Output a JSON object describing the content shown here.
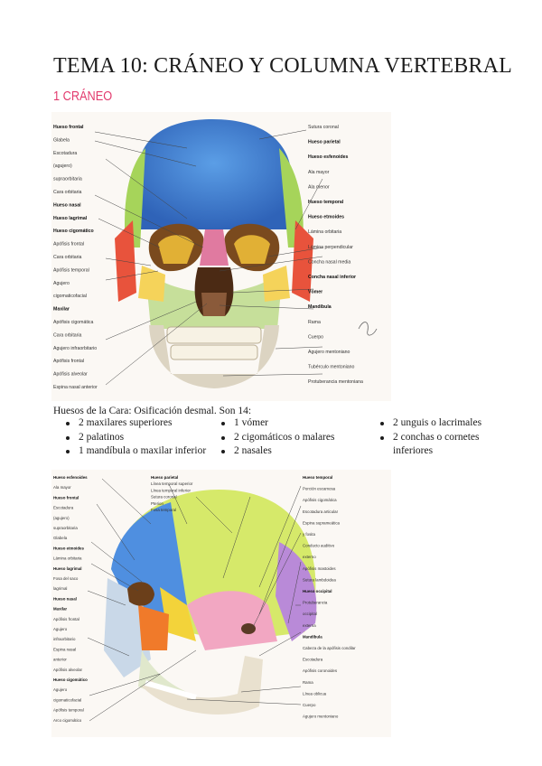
{
  "title": "TEMA 10: CRÁNEO Y COLUMNA VERTEBRAL",
  "section": "1 CRÁNEO",
  "colors": {
    "section": "#e23b6e"
  },
  "figure1": {
    "left_labels": [
      {
        "text": "Hueso frontal",
        "bold": true
      },
      {
        "text": "Glabela",
        "bold": false
      },
      {
        "text": "Escotadura",
        "bold": false
      },
      {
        "text": "(agujero)",
        "bold": false
      },
      {
        "text": "supraorbitaria",
        "bold": false
      },
      {
        "text": "Cara orbitaria",
        "bold": false
      },
      {
        "text": "Hueso nasal",
        "bold": true
      },
      {
        "text": "Hueso lagrimal",
        "bold": true
      },
      {
        "text": "Hueso cigomático",
        "bold": true
      },
      {
        "text": "Apófisis frontal",
        "bold": false
      },
      {
        "text": "Cara orbitaria",
        "bold": false
      },
      {
        "text": "Apófisis temporal",
        "bold": false
      },
      {
        "text": "Agujero",
        "bold": false
      },
      {
        "text": "cigomaticofacial",
        "bold": false
      },
      {
        "text": "Maxilar",
        "bold": true
      },
      {
        "text": "Apófisis cigomática",
        "bold": false
      },
      {
        "text": "Cara orbitaria",
        "bold": false
      },
      {
        "text": "Agujero infraorbitario",
        "bold": false
      },
      {
        "text": "Apófisis frontal",
        "bold": false
      },
      {
        "text": "Apófisis alveolar",
        "bold": false
      },
      {
        "text": "Espina nasal anterior",
        "bold": false
      }
    ],
    "right_labels": [
      {
        "text": "Sutura coronal",
        "bold": false
      },
      {
        "text": "Hueso parietal",
        "bold": true
      },
      {
        "text": "Hueso esfenoides",
        "bold": true
      },
      {
        "text": "Ala mayor",
        "bold": false
      },
      {
        "text": "Ala menor",
        "bold": false
      },
      {
        "text": "Hueso temporal",
        "bold": true
      },
      {
        "text": "Hueso etmoides",
        "bold": true
      },
      {
        "text": "Lámina orbitaria",
        "bold": false
      },
      {
        "text": "Lámina perpendicular",
        "bold": false
      },
      {
        "text": "Concha nasal media",
        "bold": false
      },
      {
        "text": "Concha nasal inferior",
        "bold": true
      },
      {
        "text": "Vómer",
        "bold": true
      },
      {
        "text": "Mandíbula",
        "bold": true
      },
      {
        "text": "Rama",
        "bold": false
      },
      {
        "text": "Cuerpo",
        "bold": false
      },
      {
        "text": "Agujero mentoniano",
        "bold": false
      },
      {
        "text": "Tubérculo mentoniano",
        "bold": false
      },
      {
        "text": "Protuberancia mentoniana",
        "bold": false
      }
    ]
  },
  "intro": "Huesos de la Cara: Osificación desmal. Son 14:",
  "bullets": {
    "col1": [
      "2 maxilares superiores",
      "2 palatinos",
      "1 mandíbula o maxilar inferior"
    ],
    "col2": [
      "1 vómer",
      "2 cigomáticos o malares",
      "2 nasales"
    ],
    "col3": [
      "2 unguis o lacrimales",
      "2 conchas o cornetes inferiores"
    ]
  },
  "figure2": {
    "left_labels": [
      {
        "text": "Hueso esfenoides",
        "bold": true
      },
      {
        "text": "Ala mayor",
        "bold": false
      },
      {
        "text": "Hueso frontal",
        "bold": true
      },
      {
        "text": "Escotadura",
        "bold": false
      },
      {
        "text": "(agujero)",
        "bold": false
      },
      {
        "text": "supraorbitaria",
        "bold": false
      },
      {
        "text": "Glabela",
        "bold": false
      },
      {
        "text": "Hueso etmoides",
        "bold": true
      },
      {
        "text": "Lámina orbitaria",
        "bold": false
      },
      {
        "text": "Hueso lagrimal",
        "bold": true
      },
      {
        "text": "Fosa del saco",
        "bold": false
      },
      {
        "text": "lagrimal",
        "bold": false
      },
      {
        "text": "Hueso nasal",
        "bold": true
      },
      {
        "text": "Maxilar",
        "bold": true
      },
      {
        "text": "Apófisis frontal",
        "bold": false
      },
      {
        "text": "Agujero",
        "bold": false
      },
      {
        "text": "infraorbitario",
        "bold": false
      },
      {
        "text": "Espina nasal",
        "bold": false
      },
      {
        "text": "anterior",
        "bold": false
      },
      {
        "text": "Apófisis alveolar",
        "bold": false
      },
      {
        "text": "Hueso cigomático",
        "bold": true
      },
      {
        "text": "Agujero",
        "bold": false
      },
      {
        "text": "cigomaticofacial",
        "bold": false
      },
      {
        "text": "Apófisis temporal",
        "bold": false
      },
      {
        "text": "Arco cigomático",
        "bold": false
      }
    ],
    "top_labels": [
      {
        "text": "Hueso parietal",
        "bold": true
      },
      {
        "text": "Línea temporal superior",
        "bold": false
      },
      {
        "text": "Línea temporal inferior",
        "bold": false
      },
      {
        "text": "Sutura coronal",
        "bold": false
      },
      {
        "text": "Pterion",
        "bold": false
      },
      {
        "text": "Fosa temporal",
        "bold": false
      }
    ],
    "right_labels": [
      {
        "text": "Hueso temporal",
        "bold": true
      },
      {
        "text": "Porción escamosa",
        "bold": false
      },
      {
        "text": "Apófisis cigomática",
        "bold": false
      },
      {
        "text": "Escotadura articular",
        "bold": false
      },
      {
        "text": "Espina suprameática",
        "bold": false
      },
      {
        "text": "y fosita",
        "bold": false
      },
      {
        "text": "Conducto auditivo",
        "bold": false
      },
      {
        "text": "externo",
        "bold": false
      },
      {
        "text": "Apófisis mastoides",
        "bold": false
      },
      {
        "text": "Sutura lambdoidea",
        "bold": false
      },
      {
        "text": "Hueso occipital",
        "bold": true
      },
      {
        "text": "Protuberancia",
        "bold": false
      },
      {
        "text": "occipital",
        "bold": false
      },
      {
        "text": "externa",
        "bold": false
      },
      {
        "text": "Mandíbula",
        "bold": true
      },
      {
        "text": "Cabeza de la apófisis condilar",
        "bold": false
      },
      {
        "text": "Escotadura",
        "bold": false
      },
      {
        "text": "Apófisis coronoides",
        "bold": false
      },
      {
        "text": "Rama",
        "bold": false
      },
      {
        "text": "Línea oblicua",
        "bold": false
      },
      {
        "text": "Cuerpo",
        "bold": false
      },
      {
        "text": "Agujero mentoniano",
        "bold": false
      }
    ]
  }
}
